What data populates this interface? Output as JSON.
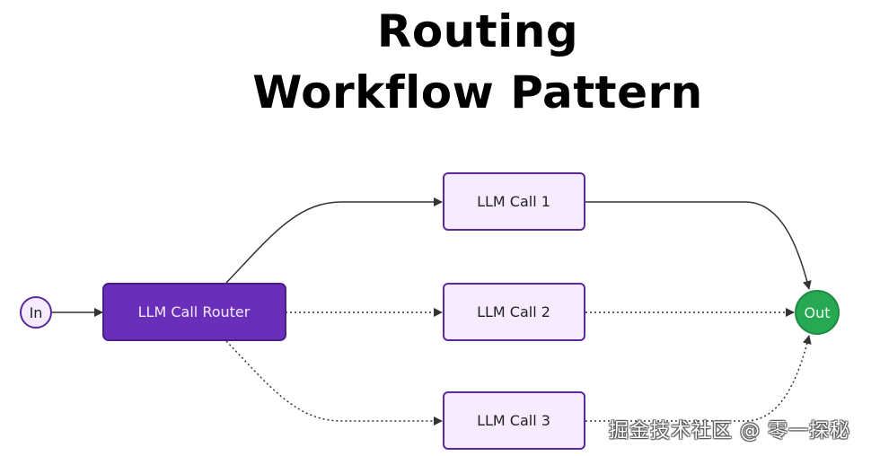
{
  "title": {
    "line1": "Routing",
    "line2": "Workflow Pattern"
  },
  "nodes": {
    "input": {
      "label": "In",
      "shape": "circle"
    },
    "router": {
      "label": "LLM Call Router",
      "shape": "rounded-rect"
    },
    "call1": {
      "label": "LLM Call 1",
      "shape": "rounded-rect"
    },
    "call2": {
      "label": "LLM Call 2",
      "shape": "rounded-rect"
    },
    "call3": {
      "label": "LLM Call 3",
      "shape": "rounded-rect"
    },
    "output": {
      "label": "Out",
      "shape": "circle"
    }
  },
  "edges": [
    {
      "from": "input",
      "to": "router",
      "style": "solid"
    },
    {
      "from": "router",
      "to": "call1",
      "style": "solid"
    },
    {
      "from": "router",
      "to": "call2",
      "style": "dotted"
    },
    {
      "from": "router",
      "to": "call3",
      "style": "dotted"
    },
    {
      "from": "call1",
      "to": "output",
      "style": "solid"
    },
    {
      "from": "call2",
      "to": "output",
      "style": "dotted"
    },
    {
      "from": "call3",
      "to": "output",
      "style": "dotted"
    }
  ],
  "colors": {
    "router_fill": "#6a2fb8",
    "router_border": "#4b1c8a",
    "router_text": "#f3e9ff",
    "call_fill": "#f7ecff",
    "call_border": "#5a2a9a",
    "call_text": "#222222",
    "input_fill": "#f7ecff",
    "input_border": "#5a2a9a",
    "output_fill": "#27a852",
    "output_border": "#1e8a42",
    "output_text": "#f0fff4",
    "edge": "#333333"
  },
  "watermark": "掘金技术社区 @ 零一探秘"
}
